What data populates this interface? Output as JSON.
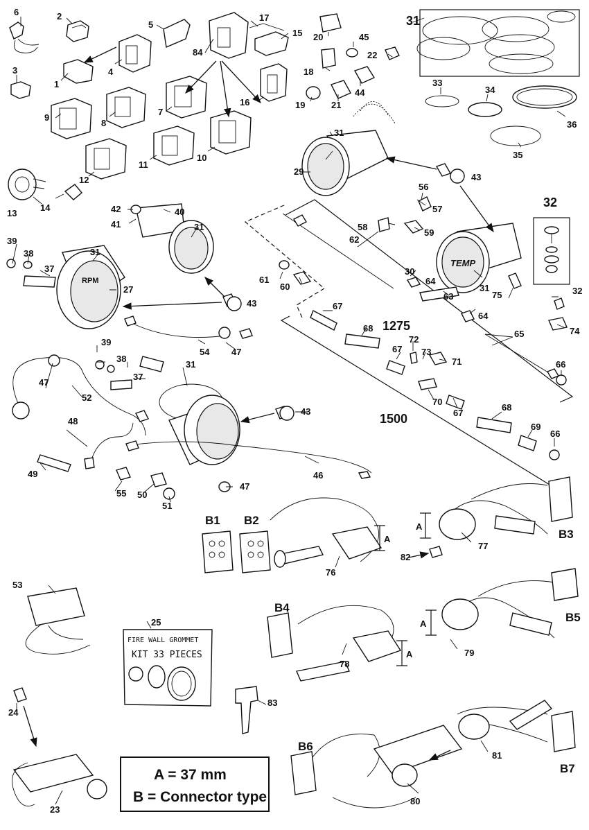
{
  "callouts": {
    "c1": "1",
    "c2": "2",
    "c3": "3",
    "c4": "4",
    "c5": "5",
    "c6": "6",
    "c7": "7",
    "c8": "8",
    "c9": "9",
    "c10": "10",
    "c11": "11",
    "c12": "12",
    "c13": "13",
    "c14": "14",
    "c15": "15",
    "c16": "16",
    "c17": "17",
    "c18": "18",
    "c19": "19",
    "c20": "20",
    "c21": "21",
    "c22": "22",
    "c23": "23",
    "c24": "24",
    "c25": "25",
    "c27": "27",
    "c29": "29",
    "c30": "30",
    "c31": "31",
    "c32": "32",
    "c33": "33",
    "c34": "34",
    "c35": "35",
    "c36": "36",
    "c37": "37",
    "c38": "38",
    "c39": "39",
    "c40": "40",
    "c41": "41",
    "c42": "42",
    "c43": "43",
    "c44": "44",
    "c45": "45",
    "c46": "46",
    "c47": "47",
    "c48": "48",
    "c49": "49",
    "c50": "50",
    "c51": "51",
    "c52": "52",
    "c53": "53",
    "c54": "54",
    "c55": "55",
    "c56": "56",
    "c57": "57",
    "c58": "58",
    "c59": "59",
    "c60": "60",
    "c61": "61",
    "c62": "62",
    "c63": "63",
    "c64": "64",
    "c65": "65",
    "c66": "66",
    "c67": "67",
    "c68": "68",
    "c69": "69",
    "c70": "70",
    "c71": "71",
    "c72": "72",
    "c73": "73",
    "c74": "74",
    "c75": "75",
    "c76": "76",
    "c77": "77",
    "c78": "78",
    "c79": "79",
    "c80": "80",
    "c81": "81",
    "c82": "82",
    "c83": "83",
    "c84": "84"
  },
  "groups": {
    "g1275": "1275",
    "g1500": "1500",
    "b1": "B1",
    "b2": "B2",
    "b3": "B3",
    "b4": "B4",
    "b5": "B5",
    "b6": "B6",
    "b7": "B7",
    "dim_a": "A"
  },
  "gauge_faces": {
    "rpm": "RPM",
    "temp": "TEMP"
  },
  "kit_card": {
    "line1": "FIRE WALL GROMMET",
    "line2": "KIT 33 PIECES"
  },
  "legend": {
    "line1": "A = 37 mm",
    "line2": "B = Connector type"
  }
}
